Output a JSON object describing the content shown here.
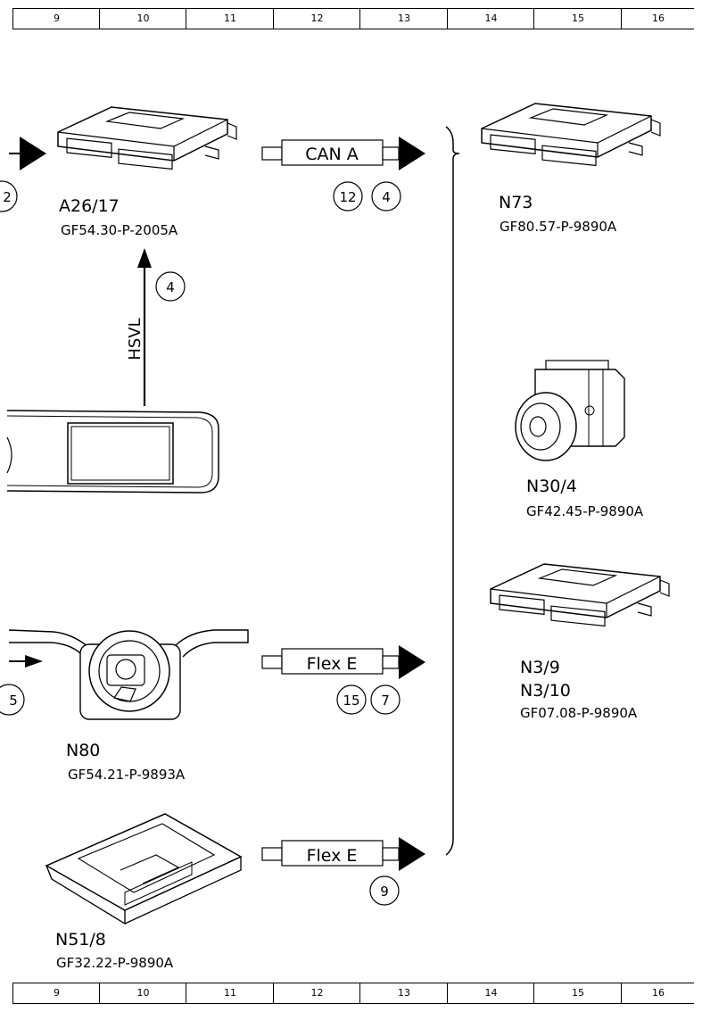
{
  "ruler": [
    "9",
    "10",
    "11",
    "12",
    "13",
    "14",
    "15",
    "16"
  ],
  "components": {
    "a26_17": {
      "code": "A26/17",
      "doc": "GF54.30-P-2005A"
    },
    "n73": {
      "code": "N73",
      "doc": "GF80.57-P-9890A"
    },
    "n30_4": {
      "code": "N30/4",
      "doc": "GF42.45-P-9890A"
    },
    "n3_9": {
      "code1": "N3/9",
      "code2": "N3/10",
      "doc": "GF07.08-P-9890A"
    },
    "n80": {
      "code": "N80",
      "doc": "GF54.21-P-9893A"
    },
    "n51_8": {
      "code": "N51/8",
      "doc": "GF32.22-P-9890A"
    }
  },
  "connections": {
    "can_a": {
      "label": "CAN A",
      "refs": [
        "12",
        "4"
      ]
    },
    "flex_e_1": {
      "label": "Flex E",
      "refs": [
        "15",
        "7"
      ]
    },
    "flex_e_2": {
      "label": "Flex E",
      "refs": [
        "9"
      ]
    },
    "hsvl": {
      "label": "HSVL",
      "ref": "4"
    }
  },
  "edge_refs": {
    "top": "2",
    "bottom": "5"
  }
}
